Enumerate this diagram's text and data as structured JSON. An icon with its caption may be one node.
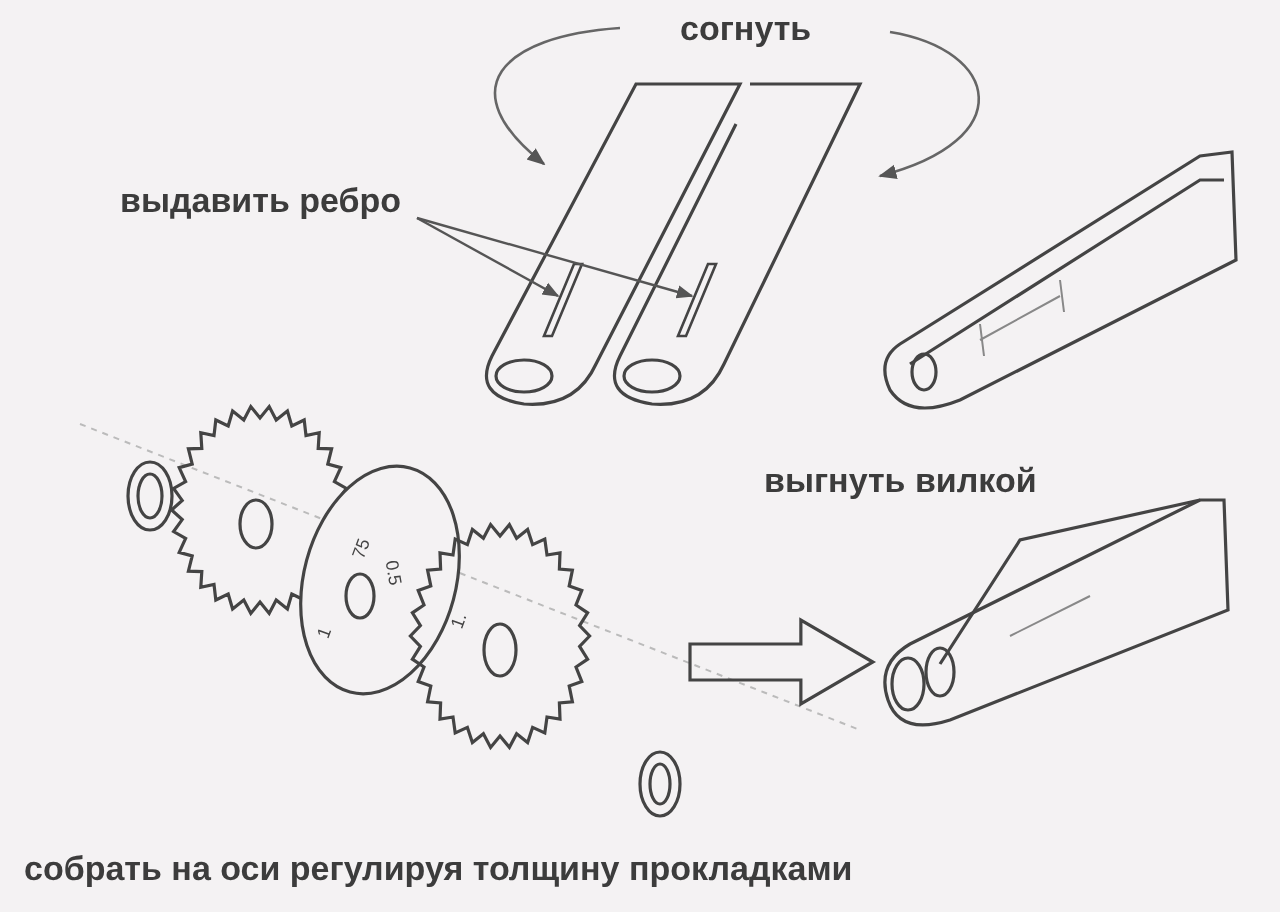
{
  "diagram": {
    "nodes": [
      {
        "text": [
          "выдавить ребро"
        ]
      },
      {
        "text": [],
        "shape": "bar"
      },
      {
        "text": [],
        "shape": "bar"
      },
      {
        "text": [],
        "shape": "picture"
      },
      {
        "text": [],
        "shape": "picture"
      }
    ],
    "edges": [
      {
        "from": 0,
        "to": 1,
        "arrow": "to"
      },
      {
        "from": 0,
        "to": 2,
        "arrow": "to"
      },
      {
        "from": 3,
        "to": 4,
        "arrow": "to"
      }
    ],
    "labels": [
      "согнуть",
      "выгнуть вилкой",
      "75",
      "0.5",
      "1",
      "1.",
      "собрать на оси регулируя толщину прокладками"
    ]
  }
}
